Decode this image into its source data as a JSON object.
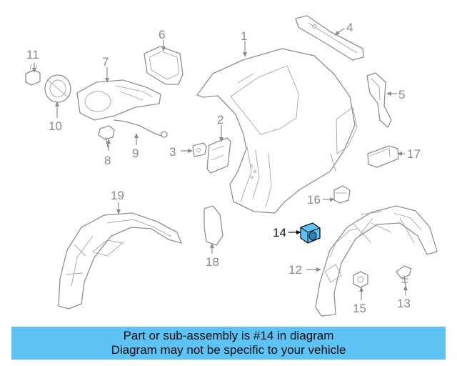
{
  "callouts": [
    {
      "id": "1",
      "label": "1"
    },
    {
      "id": "2",
      "label": "2"
    },
    {
      "id": "3",
      "label": "3"
    },
    {
      "id": "4",
      "label": "4"
    },
    {
      "id": "5",
      "label": "5"
    },
    {
      "id": "6",
      "label": "6"
    },
    {
      "id": "7",
      "label": "7"
    },
    {
      "id": "8",
      "label": "8"
    },
    {
      "id": "9",
      "label": "9"
    },
    {
      "id": "10",
      "label": "10"
    },
    {
      "id": "11",
      "label": "11"
    },
    {
      "id": "12",
      "label": "12"
    },
    {
      "id": "13",
      "label": "13"
    },
    {
      "id": "14",
      "label": "14"
    },
    {
      "id": "15",
      "label": "15"
    },
    {
      "id": "16",
      "label": "16"
    },
    {
      "id": "17",
      "label": "17"
    },
    {
      "id": "18",
      "label": "18"
    },
    {
      "id": "19",
      "label": "19"
    }
  ],
  "highlighted_part": "14",
  "colors": {
    "banner": "#5cc3f4",
    "highlight_part": "#5cc3f4",
    "line": "#8f8f8f"
  },
  "banner": {
    "line1": "Part or sub-assembly is #14 in diagram",
    "line2": "Diagram may not be specific to your vehicle"
  }
}
